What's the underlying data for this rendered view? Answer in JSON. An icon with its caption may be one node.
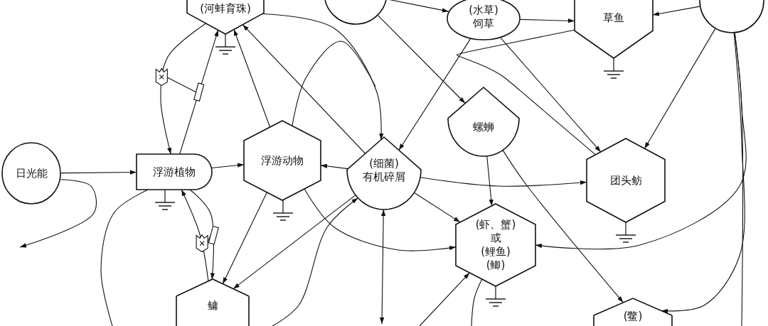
{
  "diagram": {
    "nodes": [
      {
        "text": [
          "(河蚌育珠)"
        ]
      },
      {
        "text": [],
        "shape": "circle"
      },
      {
        "text": [
          "(水草)",
          "饲草"
        ]
      },
      {
        "text": [
          "草鱼"
        ]
      },
      {
        "text": [],
        "shape": "circle"
      },
      {
        "text": [
          "日光能"
        ]
      },
      {
        "text": [
          "浮游植物"
        ]
      },
      {
        "text": [
          "浮游动物"
        ]
      },
      {
        "text": [
          "(细菌)",
          "有机碎屑"
        ]
      },
      {
        "text": [
          "螺蛳"
        ]
      },
      {
        "text": [
          "团头鲂"
        ]
      },
      {
        "text": [
          "(虾、蟹)",
          "或",
          "(鲤鱼)",
          "(鲫)"
        ]
      },
      {
        "text": [
          "鳙"
        ]
      },
      {
        "text": [
          "(鳖)"
        ]
      }
    ],
    "edges": [
      {
        "from": 5,
        "to": 6,
        "arrow": "to"
      },
      {
        "from": 5,
        "to": null,
        "arrow": "to"
      },
      {
        "from": 6,
        "to": 7,
        "arrow": "to"
      },
      {
        "from": 8,
        "to": 7,
        "arrow": "to"
      },
      {
        "from": 6,
        "to": 0,
        "arrow": "to"
      },
      {
        "from": 0,
        "to": 6,
        "arrow": "to"
      },
      {
        "from": 7,
        "to": 0,
        "arrow": "to"
      },
      {
        "from": 8,
        "to": 0,
        "arrow": "to"
      },
      {
        "from": 6,
        "to": 12,
        "arrow": "to"
      },
      {
        "from": 12,
        "to": 6,
        "arrow": "to"
      },
      {
        "from": 7,
        "to": 12,
        "arrow": "to"
      },
      {
        "from": 8,
        "to": 12,
        "arrow": "to"
      },
      {
        "from": null,
        "to": 8,
        "arrow": "to"
      },
      {
        "from": 0,
        "to": 8,
        "arrow": "to"
      },
      {
        "from": 1,
        "to": 2,
        "arrow": "to"
      },
      {
        "from": 2,
        "to": 3,
        "arrow": "to"
      },
      {
        "from": 4,
        "to": 3,
        "arrow": "to"
      },
      {
        "from": 1,
        "to": 9,
        "arrow": "to"
      },
      {
        "from": 2,
        "to": 8,
        "arrow": "to"
      },
      {
        "from": 2,
        "to": 10,
        "arrow": "to"
      },
      {
        "from": 4,
        "to": 10,
        "arrow": "to"
      },
      {
        "from": 3,
        "to": 10,
        "arrow": "none"
      },
      {
        "from": 9,
        "to": 11,
        "arrow": "to"
      },
      {
        "from": 9,
        "to": 13,
        "arrow": "to"
      },
      {
        "from": 8,
        "to": 10,
        "arrow": "to"
      },
      {
        "from": 8,
        "to": 11,
        "arrow": "to"
      },
      {
        "from": 8,
        "to": null,
        "arrow": "both"
      },
      {
        "from": 7,
        "to": 11,
        "arrow": "to"
      },
      {
        "from": 4,
        "to": 11,
        "arrow": "to"
      },
      {
        "from": 4,
        "to": 13,
        "arrow": "to"
      },
      {
        "from": 4,
        "to": null,
        "arrow": "none"
      },
      {
        "from": null,
        "to": 11,
        "arrow": "to"
      },
      {
        "from": 11,
        "to": null,
        "arrow": "none"
      },
      {
        "from": 6,
        "to": null,
        "arrow": "none"
      },
      {
        "from": 7,
        "to": null,
        "arrow": "none"
      }
    ]
  }
}
